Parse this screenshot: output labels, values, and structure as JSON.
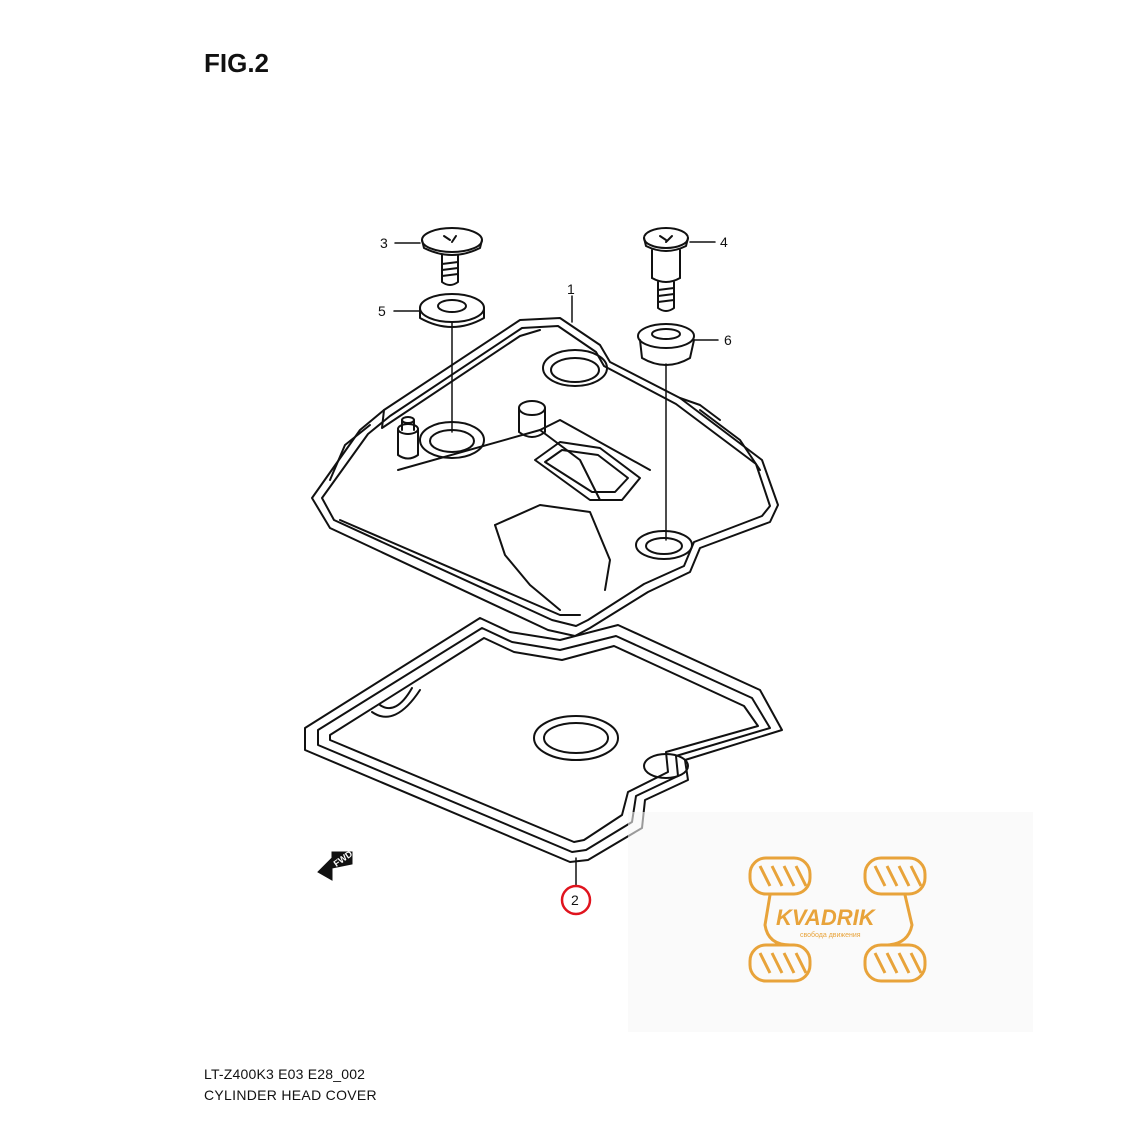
{
  "figure": {
    "title": "FIG.2"
  },
  "callouts": [
    {
      "id": "1",
      "label": "1"
    },
    {
      "id": "2",
      "label": "2",
      "highlighted": true
    },
    {
      "id": "3",
      "label": "3"
    },
    {
      "id": "4",
      "label": "4"
    },
    {
      "id": "5",
      "label": "5"
    },
    {
      "id": "6",
      "label": "6"
    }
  ],
  "fwd_marker": "FWD",
  "footer": {
    "code": "LT-Z400K3 E03 E28_002",
    "name": "CYLINDER HEAD  COVER"
  },
  "watermark": {
    "brand": "KVADRIK",
    "tagline": "свобода движения"
  },
  "colors": {
    "line": "#111111",
    "highlight": "#e0141e",
    "watermark": "#e8a33a"
  }
}
